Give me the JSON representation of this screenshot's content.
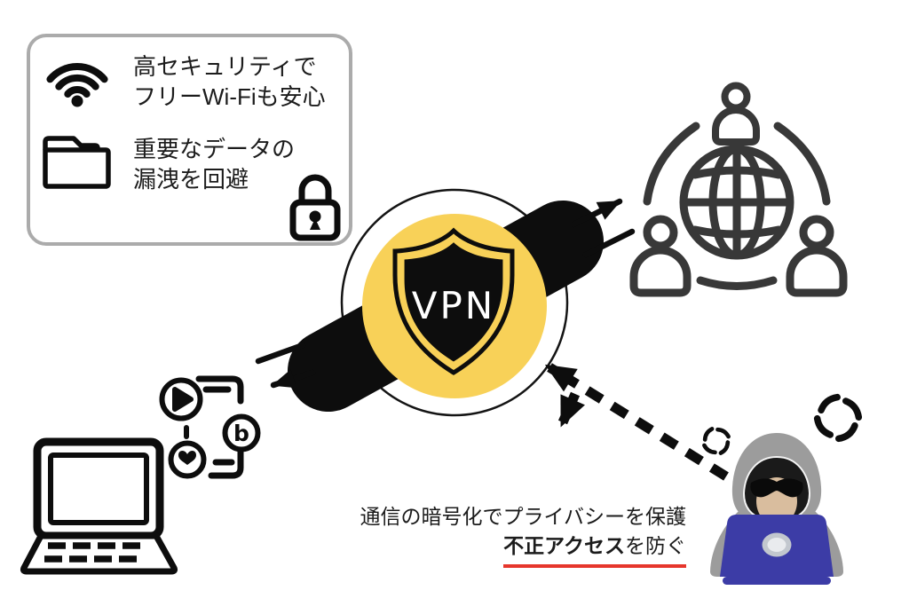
{
  "benefits_box": {
    "items": [
      {
        "icon": "wifi-icon",
        "line1": "高セキュリティで",
        "line2": "フリーWi-Fiも安心"
      },
      {
        "icon": "folder-icon",
        "line1": "重要なデータの",
        "line2": "漏洩を回避"
      }
    ],
    "corner_icon": "lock-icon"
  },
  "shield": {
    "label": "VPN"
  },
  "caption": {
    "line1": "通信の暗号化でプライバシーを保護",
    "line2_emphasis": "不正アクセス",
    "line2_suffix": "を防ぐ"
  },
  "decorative_icons": [
    "wifi-icon",
    "folder-icon",
    "lock-icon",
    "shield-icon",
    "globe-users-icon",
    "laptop-icon",
    "media-content-icon",
    "hacker-icon",
    "anger-mark-icon",
    "tunnel-arrow-icon",
    "attack-dashed-arrow-icon",
    "deflected-arrow-icon"
  ],
  "colors": {
    "shield_accent_yellow": "#F8D158",
    "outline_black": "#0D0D0D",
    "globe_gray": "#383838",
    "box_border_gray": "#ABABAB",
    "alert_red": "#E6362C",
    "hacker_hood_gray": "#9C9C9C",
    "hacker_face_tan": "#D9BD9E",
    "hacker_laptop_blue": "#3C3CA6"
  }
}
